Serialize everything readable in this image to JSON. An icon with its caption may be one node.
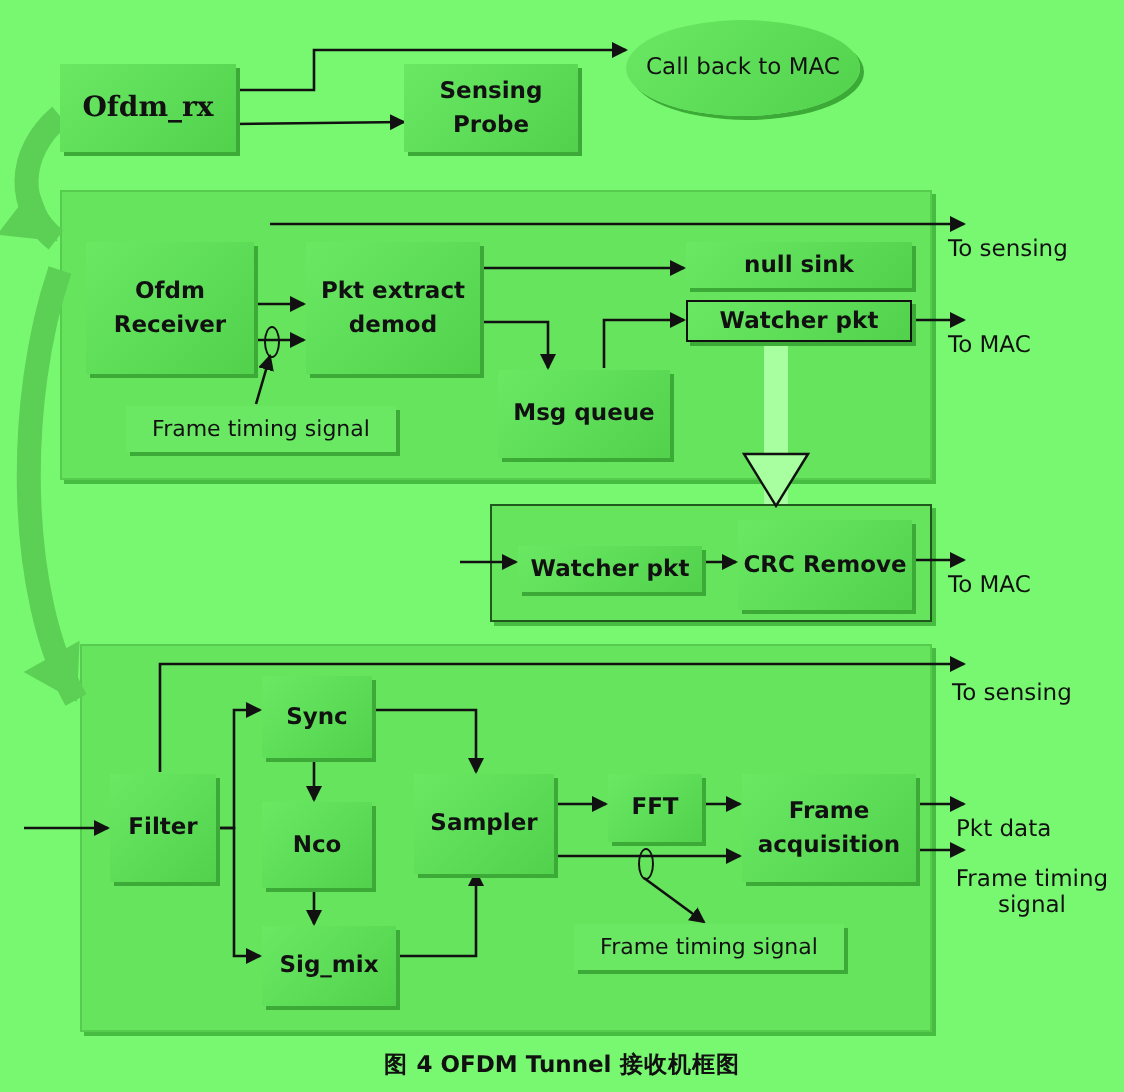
{
  "diagram": {
    "caption": "图 4 OFDM Tunnel 接收机框图",
    "nodes": [
      {
        "text": [
          "Ofdm_rx"
        ]
      },
      {
        "text": [
          "Sensing Probe"
        ]
      },
      {
        "text": [
          "Call back to MAC"
        ]
      },
      {
        "text": [],
        "shape": "box"
      },
      {
        "text": [
          "Ofdm Receiver"
        ],
        "in": 3
      },
      {
        "text": [
          "Pkt extract demod"
        ],
        "in": 3
      },
      {
        "text": [
          "null sink"
        ],
        "in": 3
      },
      {
        "text": [
          "Watcher pkt"
        ],
        "in": 3
      },
      {
        "text": [
          "Msg queue"
        ],
        "in": 3
      },
      {
        "text": [
          "Frame timing signal"
        ],
        "in": 3
      },
      {
        "text": [
          "To sensing"
        ]
      },
      {
        "text": [
          "To MAC"
        ]
      },
      {
        "text": [],
        "shape": "box"
      },
      {
        "text": [
          "Watcher pkt"
        ],
        "in": 12
      },
      {
        "text": [
          "CRC Remove"
        ],
        "in": 12
      },
      {
        "text": [
          "To MAC"
        ]
      },
      {
        "text": [],
        "shape": "box"
      },
      {
        "text": [
          "Filter"
        ],
        "in": 16
      },
      {
        "text": [
          "Sync"
        ],
        "in": 16
      },
      {
        "text": [
          "Nco"
        ],
        "in": 16
      },
      {
        "text": [
          "Sig_mix"
        ],
        "in": 16
      },
      {
        "text": [
          "Sampler"
        ],
        "in": 16
      },
      {
        "text": [
          "FFT"
        ],
        "in": 16
      },
      {
        "text": [
          "Frame acquisition"
        ],
        "in": 16
      },
      {
        "text": [
          "Frame timing signal"
        ],
        "in": 16
      },
      {
        "text": [
          "To sensing"
        ]
      },
      {
        "text": [
          "Pkt data"
        ]
      },
      {
        "text": [
          "Frame timing signal"
        ]
      },
      {
        "text": [],
        "shape": "circle",
        "in": 3
      },
      {
        "text": [],
        "shape": "circle",
        "in": 16
      }
    ],
    "edges": [
      {
        "from": 0,
        "to": 2,
        "arrow": "to"
      },
      {
        "from": 0,
        "to": 1,
        "arrow": "to"
      },
      {
        "from": 0,
        "to": 3,
        "arrow": "to",
        "style": "thick",
        "color": "#5ccf55"
      },
      {
        "from": 3,
        "to": 16,
        "arrow": "to",
        "style": "thick",
        "color": "#5ccf55"
      },
      {
        "from": null,
        "to": 10,
        "arrow": "to"
      },
      {
        "from": 4,
        "to": 5,
        "arrow": "to"
      },
      {
        "from": 4,
        "to": 5,
        "arrow": "to"
      },
      {
        "from": 9,
        "to": 28,
        "arrow": "to"
      },
      {
        "from": 5,
        "to": 6,
        "arrow": "to"
      },
      {
        "from": 5,
        "to": 8,
        "arrow": "to"
      },
      {
        "from": 8,
        "to": 7,
        "arrow": "to"
      },
      {
        "from": 7,
        "to": 11,
        "arrow": "to"
      },
      {
        "from": 7,
        "to": 12,
        "arrow": "to",
        "style": "thick",
        "color": "#a8ffa0"
      },
      {
        "from": null,
        "to": 13,
        "arrow": "to"
      },
      {
        "from": 13,
        "to": 14,
        "arrow": "to"
      },
      {
        "from": 14,
        "to": 15,
        "arrow": "to"
      },
      {
        "from": 17,
        "to": 25,
        "arrow": "to"
      },
      {
        "from": null,
        "to": 17,
        "arrow": "to"
      },
      {
        "from": 17,
        "to": 18,
        "arrow": "to"
      },
      {
        "from": 17,
        "to": 20,
        "arrow": "to"
      },
      {
        "from": 18,
        "to": 19,
        "arrow": "to"
      },
      {
        "from": 19,
        "to": 20,
        "arrow": "to"
      },
      {
        "from": 18,
        "to": 21,
        "arrow": "to"
      },
      {
        "from": 20,
        "to": 21,
        "arrow": "to"
      },
      {
        "from": 21,
        "to": 22,
        "arrow": "to"
      },
      {
        "from": 21,
        "to": 23,
        "arrow": "to"
      },
      {
        "from": 22,
        "to": 23,
        "arrow": "to"
      },
      {
        "from": 23,
        "to": 26,
        "arrow": "to"
      },
      {
        "from": 23,
        "to": 27,
        "arrow": "to"
      },
      {
        "from": 29,
        "to": 24,
        "arrow": "to"
      }
    ]
  }
}
